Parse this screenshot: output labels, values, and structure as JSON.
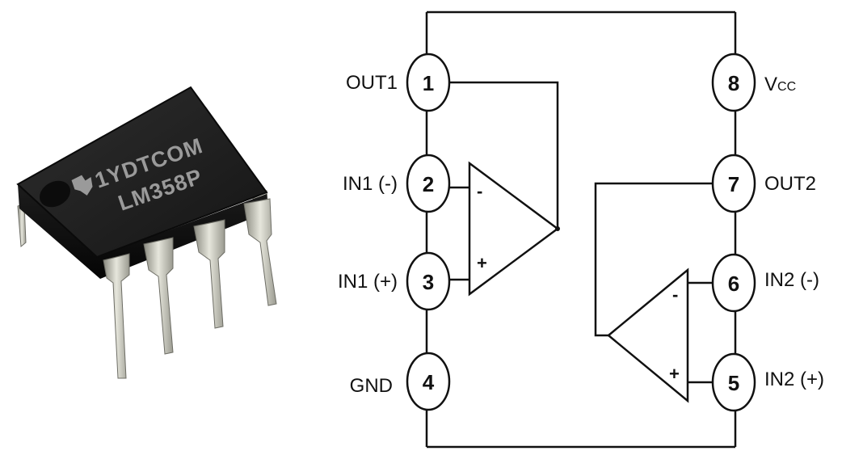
{
  "chip": {
    "brand": "1YDTCOM",
    "part": "LM358P",
    "logo_icon": "ti-logo-icon"
  },
  "pinout": {
    "left_pins": [
      {
        "number": "1",
        "label": "OUT1"
      },
      {
        "number": "2",
        "label": "IN1 (-)"
      },
      {
        "number": "3",
        "label": "IN1 (+)"
      },
      {
        "number": "4",
        "label": "GND"
      }
    ],
    "right_pins": [
      {
        "number": "8",
        "label": "V",
        "label_sub": "CC"
      },
      {
        "number": "7",
        "label": "OUT2"
      },
      {
        "number": "6",
        "label": "IN2 (-)"
      },
      {
        "number": "5",
        "label": "IN2 (+)"
      }
    ],
    "opamp1": {
      "minus": "-",
      "plus": "+"
    },
    "opamp2": {
      "minus": "-",
      "plus": "+"
    }
  }
}
